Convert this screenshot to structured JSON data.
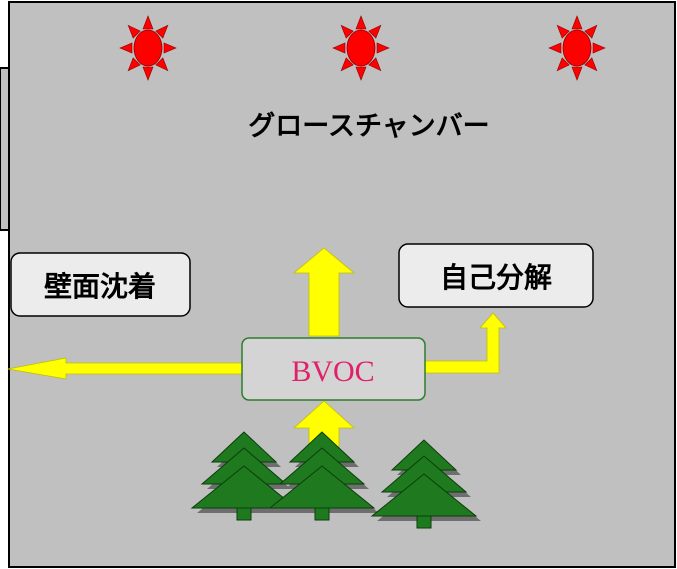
{
  "title": "グロースチャンバー",
  "labels": {
    "wall_deposition": "壁面沈着",
    "self_decomposition": "自己分解",
    "center": "BVOC"
  },
  "icons": {
    "lamps": "sun-icon",
    "emitters": "conifer-tree-icon"
  },
  "colors": {
    "chamber": "#c0c0c0",
    "arrow": "#ffff00",
    "sun": "#ff0000",
    "tree": "#1f7a1f",
    "bvoc_text": "#e0206a",
    "bvoc_border": "#2e7d2e"
  }
}
